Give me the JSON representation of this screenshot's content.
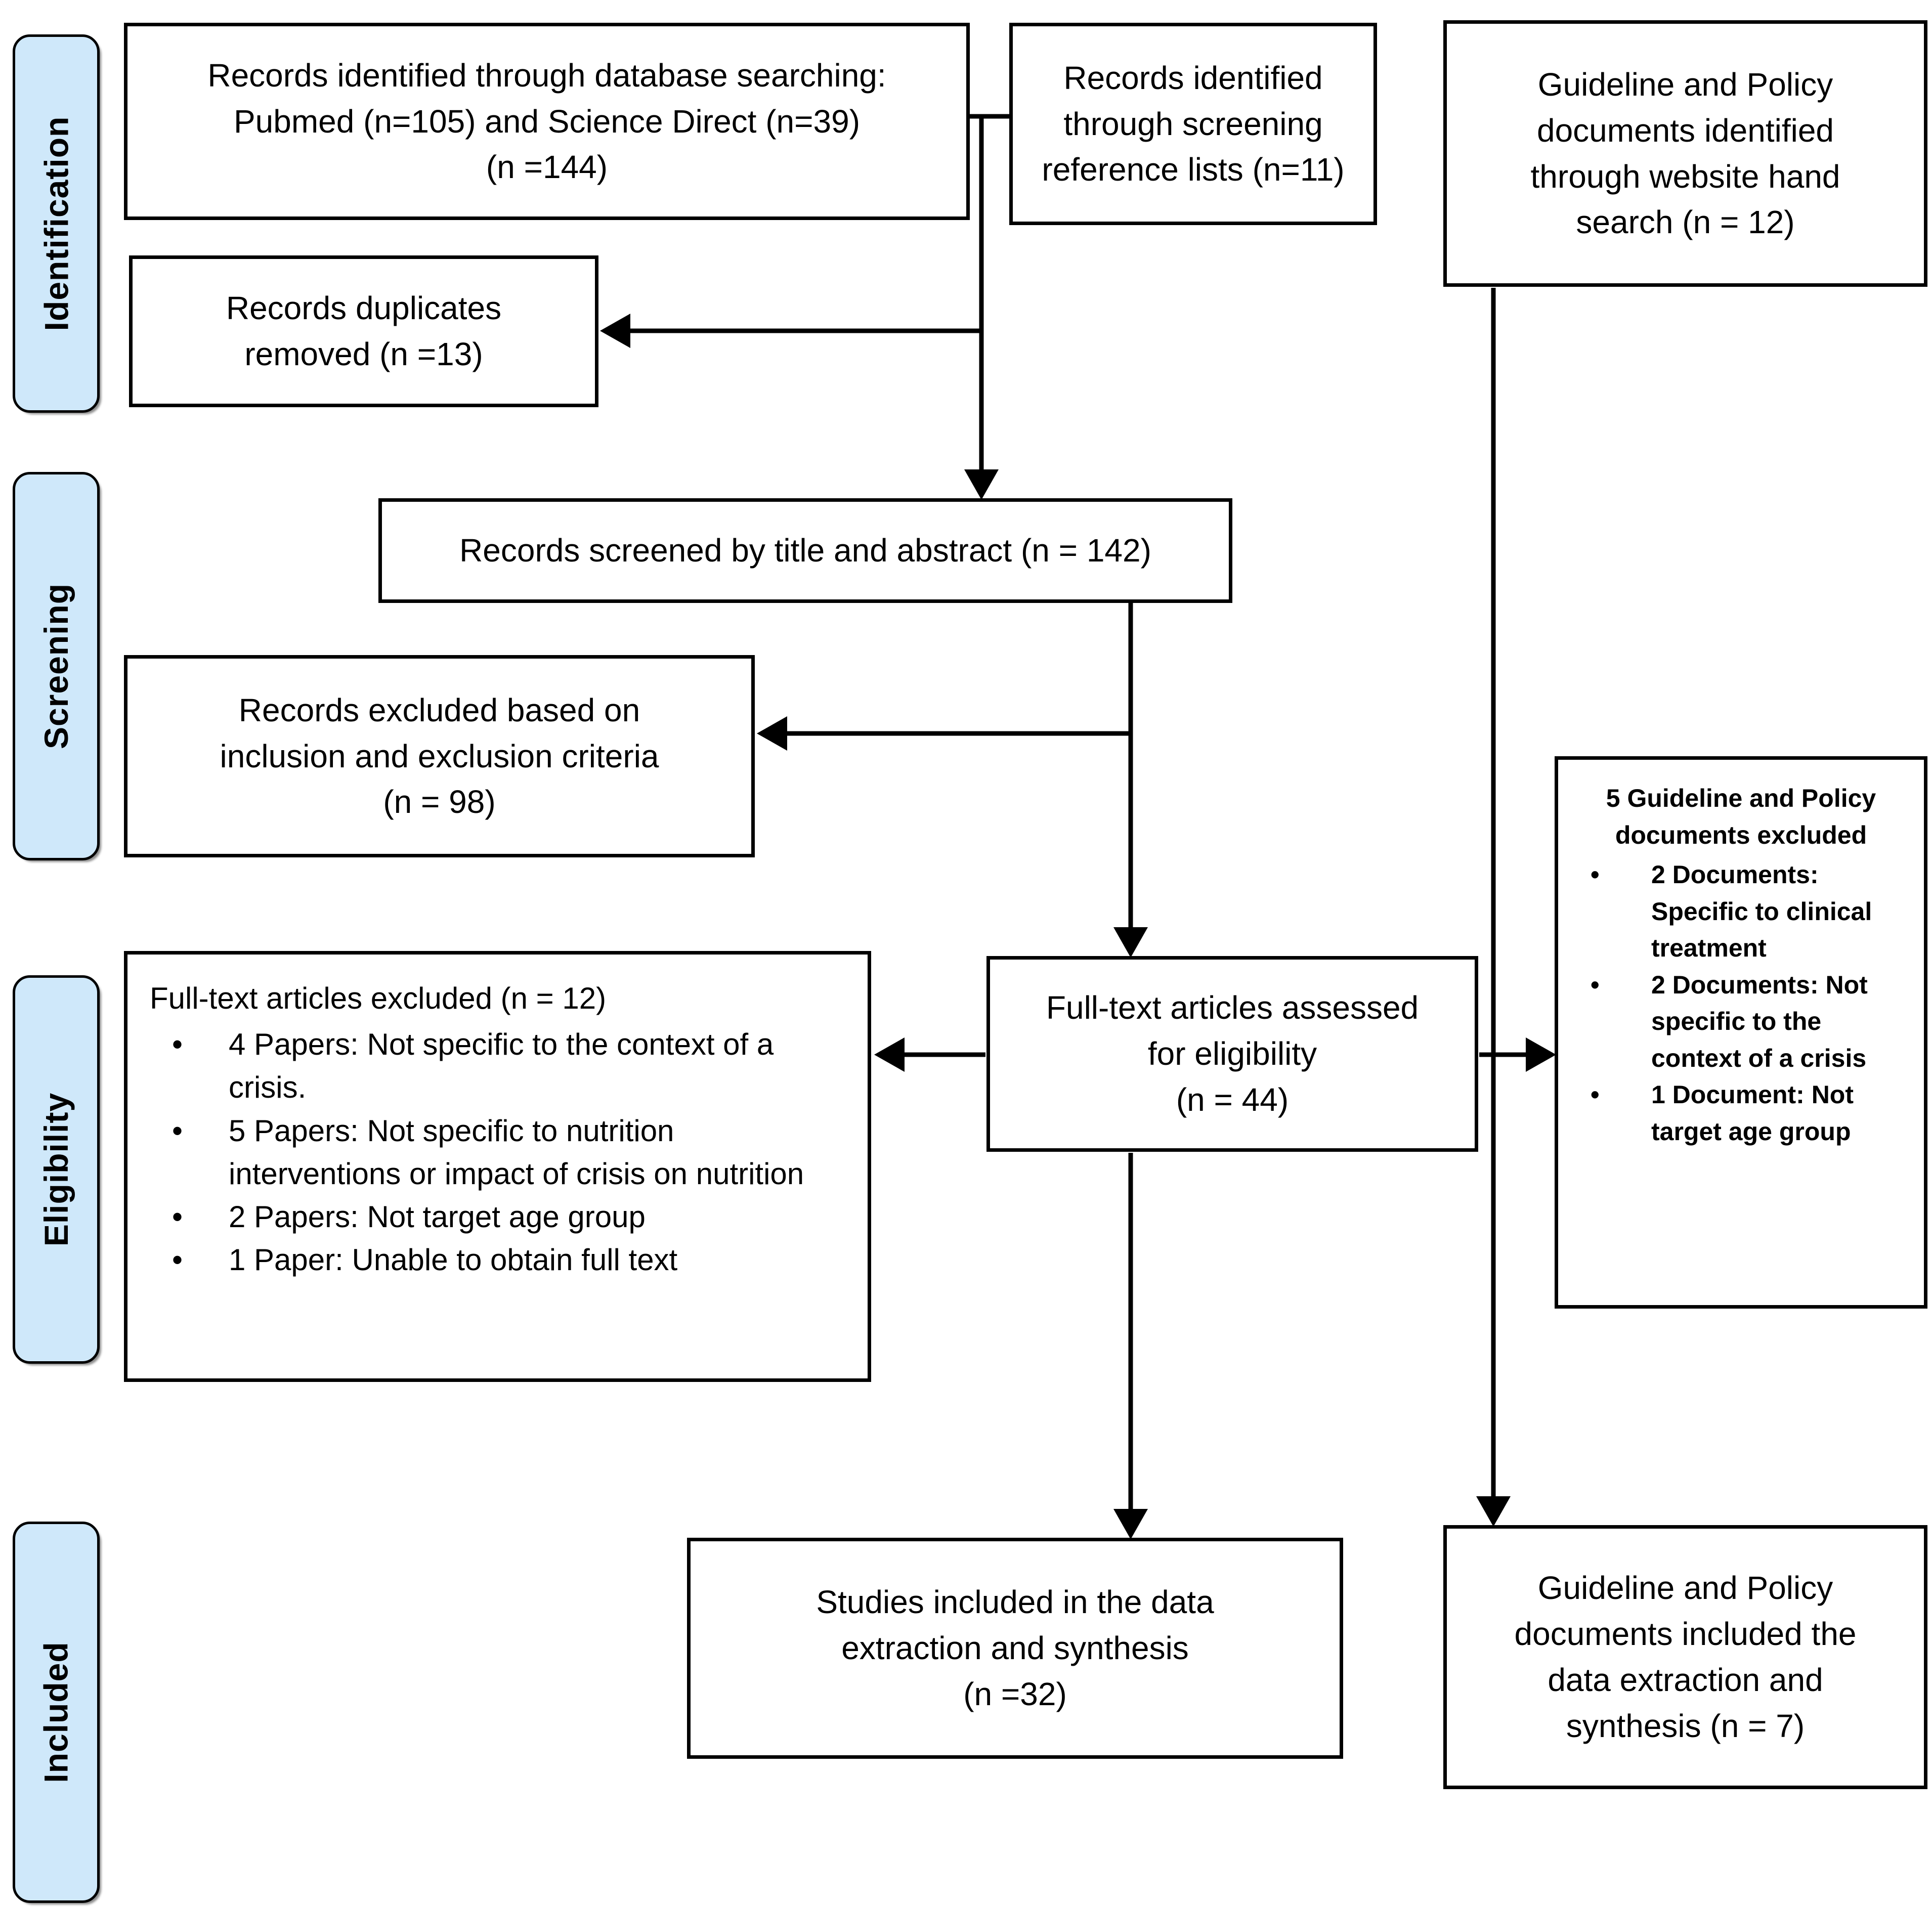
{
  "stages": [
    {
      "id": "identification",
      "label": "Identification"
    },
    {
      "id": "screening",
      "label": "Screening"
    },
    {
      "id": "eligibility",
      "label": "Eligibility"
    },
    {
      "id": "included",
      "label": "Included"
    }
  ],
  "boxes": {
    "db_search": {
      "lines": [
        "Records identified through database searching:",
        "Pubmed (n=105) and Science Direct (n=39)",
        "(n =144)"
      ]
    },
    "ref_lists": {
      "lines": [
        "Records identified",
        "through screening",
        "reference lists (n=11)"
      ]
    },
    "guideline_identified": {
      "lines": [
        "Guideline and Policy",
        "documents identified",
        "through website hand",
        "search (n = 12)"
      ]
    },
    "duplicates_removed": {
      "lines": [
        "Records duplicates",
        "removed (n =13)"
      ]
    },
    "screened": {
      "lines": [
        "Records screened by title and abstract (n = 142)"
      ]
    },
    "records_excluded": {
      "lines": [
        "Records excluded based on",
        "inclusion and exclusion criteria",
        "(n = 98)"
      ]
    },
    "fulltext_excluded": {
      "title": "Full-text articles excluded (n = 12)",
      "items": [
        "4 Papers: Not specific to the context of a crisis.",
        "5 Papers: Not specific to nutrition interventions or impact of crisis on nutrition",
        "2 Papers: Not target age group",
        "1 Paper: Unable to obtain full text"
      ]
    },
    "fulltext_assessed": {
      "lines": [
        "Full-text articles assessed",
        "for eligibility",
        "(n = 44)"
      ]
    },
    "guideline_excluded": {
      "title_lines": [
        "5 Guideline and Policy",
        "documents excluded"
      ],
      "items": [
        "2 Documents: Specific to clinical treatment",
        "2 Documents: Not specific to the context of a crisis",
        "1 Document: Not target age group"
      ]
    },
    "studies_included": {
      "lines": [
        "Studies included in the data",
        "extraction and synthesis",
        "(n =32)"
      ]
    },
    "guideline_included": {
      "lines": [
        "Guideline and Policy",
        "documents included the",
        "data extraction and",
        "synthesis (n = 7)"
      ]
    }
  },
  "colors": {
    "stage_fill": "#cfe8fa",
    "stage_border": "#000000",
    "box_border": "#000000",
    "line": "#000000"
  }
}
